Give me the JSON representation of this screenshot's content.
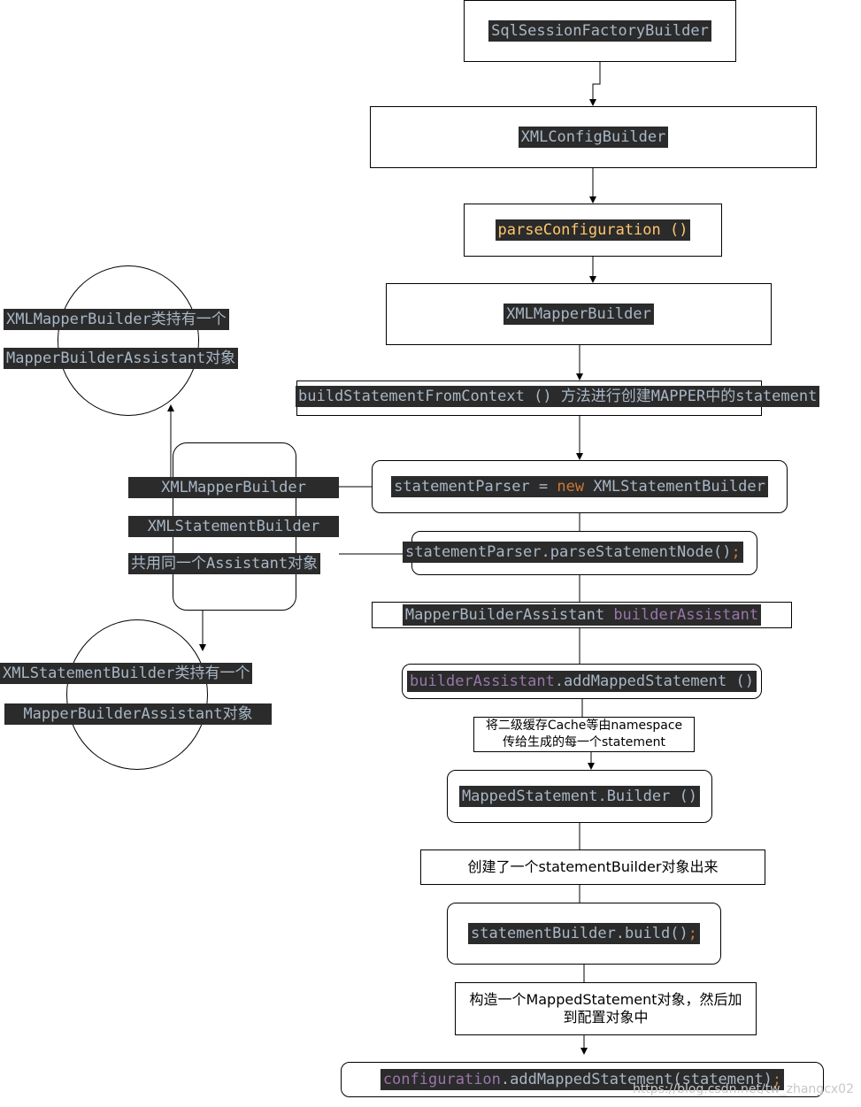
{
  "nodes": {
    "factory_builder": "SqlSessionFactoryBuilder",
    "xml_config_builder": "XMLConfigBuilder",
    "parse_configuration": "parseConfiguration ()",
    "xml_mapper_builder": "XMLMapperBuilder",
    "build_statement_prefix": "buildStatementFromContext () ",
    "build_statement_suffix": "方法进行创建MAPPER中的statement",
    "parser_left": "statementParser = ",
    "parser_kw": "new",
    "parser_right": " XMLStatementBuilder",
    "parse_node_call": "statementParser.parseStatementNode()",
    "parse_node_semicolon": ";",
    "assistant_type": "MapperBuilderAssistant ",
    "assistant_var": "builderAssistant",
    "add_mapped_var": "builderAssistant",
    "add_mapped_call": ".addMappedStatement ()",
    "cache_note_line1": "将二级缓存Cache等由namespace",
    "cache_note_line2": "传给生成的每一个statement",
    "ms_builder": "MappedStatement.Builder ()",
    "create_note": "创建了一个statementBuilder对象出来",
    "build_call": "statementBuilder.build()",
    "build_semicolon": ";",
    "construct_note_line1": "构造一个MappedStatement对象，然后加",
    "construct_note_line2": "到配置对象中",
    "config_var": "configuration",
    "config_call": ".addMappedStatement(statement)",
    "config_semicolon": ";"
  },
  "side": {
    "top_circle_line1": "XMLMapperBuilder类持有一个",
    "top_circle_line2": "MapperBuilderAssistant对象",
    "shared_line1": "XMLMapperBuilder",
    "shared_line2": "XMLStatementBuilder",
    "shared_line3": "共用同一个Assistant对象",
    "bottom_circle_line1": "XMLStatementBuilder类持有一个",
    "bottom_circle_line2": "MapperBuilderAssistant对象"
  },
  "watermark": "https://blog.csdn.net/tw_zhangcx02",
  "colors": {
    "code_bg": "#2b2b2b",
    "code_fg": "#a9b7c6",
    "keyword": "#cc7832",
    "method": "#ffc66d",
    "purple": "#9876aa"
  }
}
